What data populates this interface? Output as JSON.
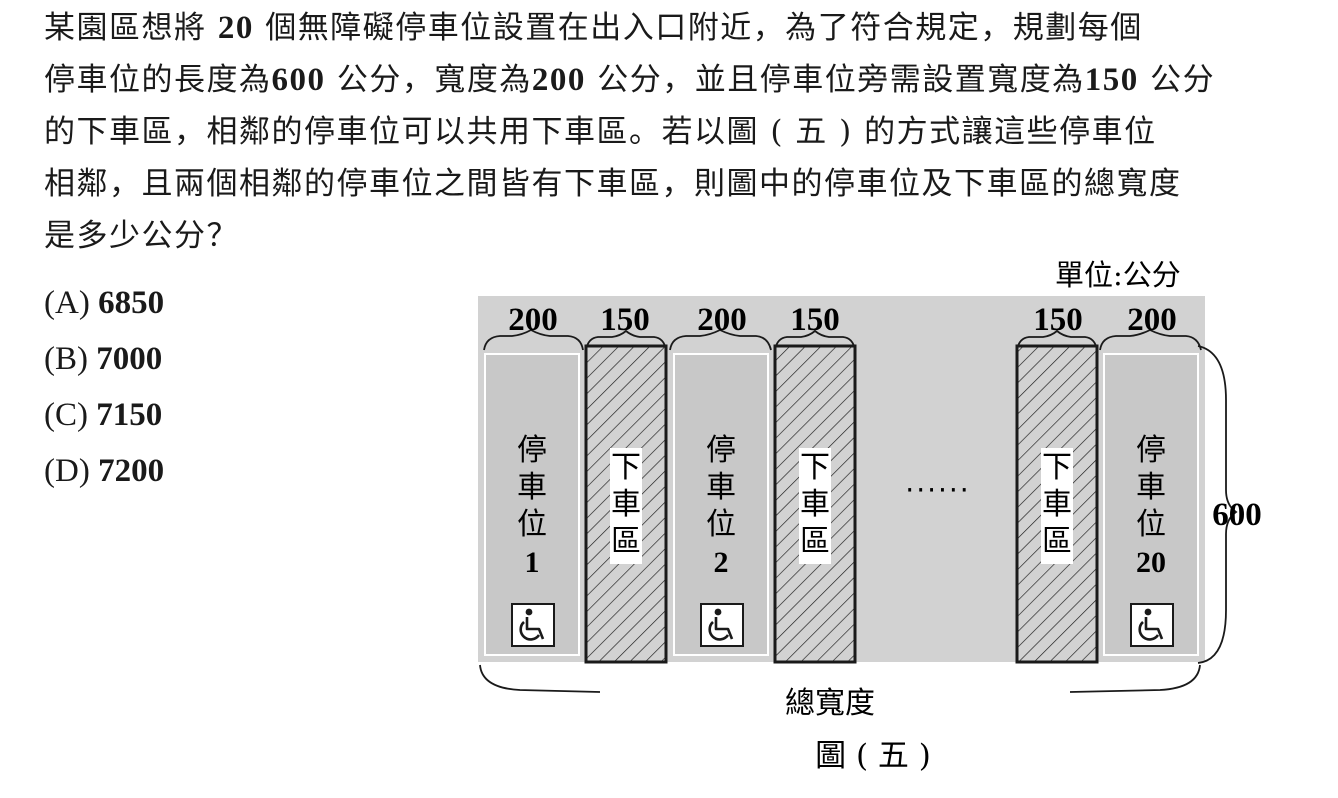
{
  "question": {
    "line1_a": "某園區想將 ",
    "line1_num": "20",
    "line1_b": " 個無障礙停車位設置在出入口附近，為了符合規定，規劃每個",
    "line2_a": "停車位的長度為",
    "line2_num1": "600",
    "line2_b": " 公分，寬度為",
    "line2_num2": "200",
    "line2_c": " 公分，並且停車位旁需設置寬度為",
    "line2_num3": "150",
    "line2_d": " 公分",
    "line3": "的下車區，相鄰的停車位可以共用下車區。若以圖 ( 五 ) 的方式讓這些停車位",
    "line4": "相鄰，且兩個相鄰的停車位之間皆有下車區，則圖中的停車位及下車區的總寬度",
    "line5": "是多少公分？"
  },
  "options": [
    {
      "label": "(A)",
      "value": "6850"
    },
    {
      "label": "(B)",
      "value": "7000"
    },
    {
      "label": "(C)",
      "value": "7150"
    },
    {
      "label": "(D)",
      "value": "7200"
    }
  ],
  "figure": {
    "unit_label": "單位:公分",
    "width_labels": [
      "200",
      "150",
      "200",
      "150",
      "150",
      "200"
    ],
    "height_label": "600",
    "space1": [
      "停",
      "車",
      "位",
      "1"
    ],
    "space2": [
      "停",
      "車",
      "位",
      "2"
    ],
    "space20": [
      "停",
      "車",
      "位",
      "20"
    ],
    "dropoff": [
      "下",
      "車",
      "區"
    ],
    "ellipsis": "‧‧‧‧‧‧",
    "total_label": "總寬度",
    "caption": "圖 ( 五 )",
    "wheelchair_icon": "accessible-icon",
    "colors": {
      "background": "#d2d2d2",
      "space": "#c8c8c8",
      "stroke": "#1a1a1a"
    }
  }
}
